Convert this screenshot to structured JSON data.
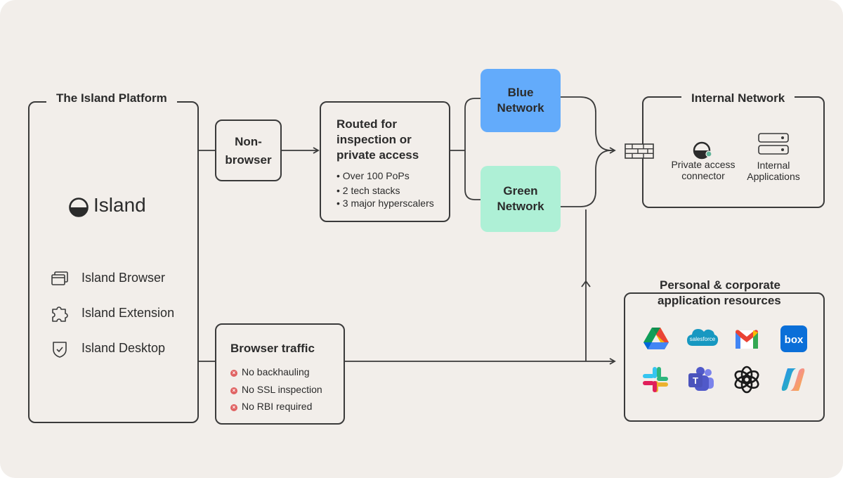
{
  "platform": {
    "title": "The Island Platform",
    "logo_text": "Island",
    "items": [
      {
        "label": "Island Browser",
        "icon": "browser-windows-icon"
      },
      {
        "label": "Island Extension",
        "icon": "puzzle-piece-icon"
      },
      {
        "label": "Island Desktop",
        "icon": "shield-check-icon"
      }
    ]
  },
  "non_browser": {
    "line1": "Non-",
    "line2": "browser"
  },
  "routed": {
    "title_lines": [
      "Routed for",
      "inspection or",
      "private access"
    ],
    "bullets": [
      "• Over 100 PoPs",
      "• 2 tech stacks",
      "• 3 major hyperscalers"
    ]
  },
  "blue_network": {
    "line1": "Blue",
    "line2": "Network",
    "color": "#63abfb"
  },
  "green_network": {
    "line1": "Green",
    "line2": "Network",
    "color": "#aef0d6"
  },
  "internal_network": {
    "title": "Internal Network",
    "connector": {
      "line1": "Private access",
      "line2": "connector",
      "icon": "connector-icon"
    },
    "apps": {
      "line1": "Internal",
      "line2": "Applications",
      "icon": "server-icon"
    },
    "firewall_icon": "firewall-icon"
  },
  "browser_traffic": {
    "title": "Browser traffic",
    "items": [
      "No backhauling",
      "No SSL inspection",
      "No RBI required"
    ],
    "x_color": "#e06262"
  },
  "resources": {
    "title_line1": "Personal & corporate",
    "title_line2": "application resources",
    "apps": [
      {
        "icon": "google-drive-icon"
      },
      {
        "icon": "salesforce-icon",
        "text": "salesforce"
      },
      {
        "icon": "gmail-icon"
      },
      {
        "icon": "box-icon",
        "text": "box"
      },
      {
        "icon": "slack-icon"
      },
      {
        "icon": "teams-icon",
        "text": "T"
      },
      {
        "icon": "openai-icon"
      },
      {
        "icon": "copilot-icon"
      }
    ]
  }
}
